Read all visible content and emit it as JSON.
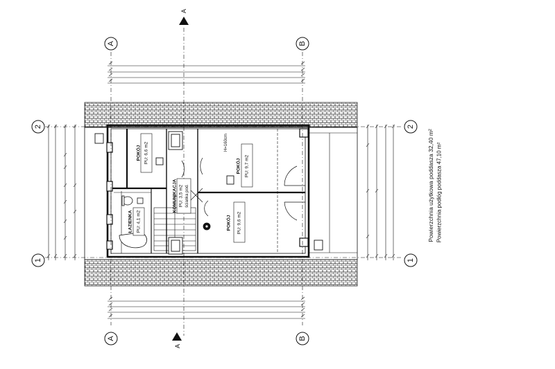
{
  "section_marker": "A",
  "axes": {
    "a": "A",
    "b": "B",
    "one": "1",
    "two": "2"
  },
  "rooms": {
    "pokoj_small": {
      "name": "POKÓJ",
      "area": "PU: 6,6 m2"
    },
    "pokoj_upper": {
      "name": "POKÓJ",
      "area": "PU: 9,7 m2"
    },
    "pokoj_lower": {
      "name": "POKÓJ",
      "area": "PU: 9,6 m2"
    },
    "lazienka": {
      "name": "ŁAZIENKA",
      "area": "PU: 4,1 m2"
    },
    "komunikacja": {
      "name": "KOMUNIKACJA",
      "area": "PU: 3,5 m2",
      "note": "ścianka pod."
    }
  },
  "height_note": "H=160cm",
  "summary": {
    "usable": "Powierzchnia użytkowa poddasza  32,40 m²",
    "floor": "Powierzchnia podłóg poddasza 47,10 m²"
  }
}
